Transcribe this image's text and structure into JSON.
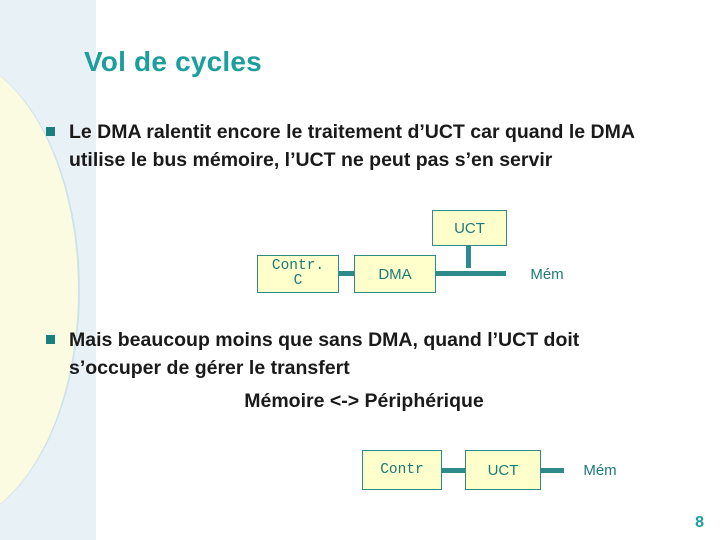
{
  "slide": {
    "title": "Vol de cycles",
    "page_number": "8",
    "bullets": [
      {
        "marker": "square-bullet",
        "text": "Le DMA ralentit encore le traitement d’UCT car quand le DMA utilise le bus mémoire, l’UCT ne peut pas s’en servir"
      },
      {
        "marker": "square-bullet",
        "text": "Mais beaucoup moins que sans DMA, quand l’UCT doit s’occuper de gérer le transfert"
      }
    ],
    "center_line": "Mémoire <-> Périphérique",
    "diagram_top": {
      "boxes": [
        {
          "id": "uct",
          "label": "UCT",
          "style": "filled"
        },
        {
          "id": "contr",
          "label": "Contr.\nC",
          "style": "filled"
        },
        {
          "id": "dma",
          "label": "DMA",
          "style": "filled"
        },
        {
          "id": "mem",
          "label": "Mém",
          "style": "plain"
        }
      ]
    },
    "diagram_bottom": {
      "boxes": [
        {
          "id": "contr2",
          "label": "Contr",
          "style": "filled"
        },
        {
          "id": "uct2",
          "label": "UCT",
          "style": "filled"
        },
        {
          "id": "mem2",
          "label": "Mém",
          "style": "plain"
        }
      ]
    },
    "colors": {
      "title": "#1d9e9e",
      "box_fill": "#ffffcc",
      "box_border": "#2e8b8b",
      "box_text": "#1d7a7a",
      "bullet": "#1c7f7f",
      "body_text": "#1a1a1a"
    }
  }
}
